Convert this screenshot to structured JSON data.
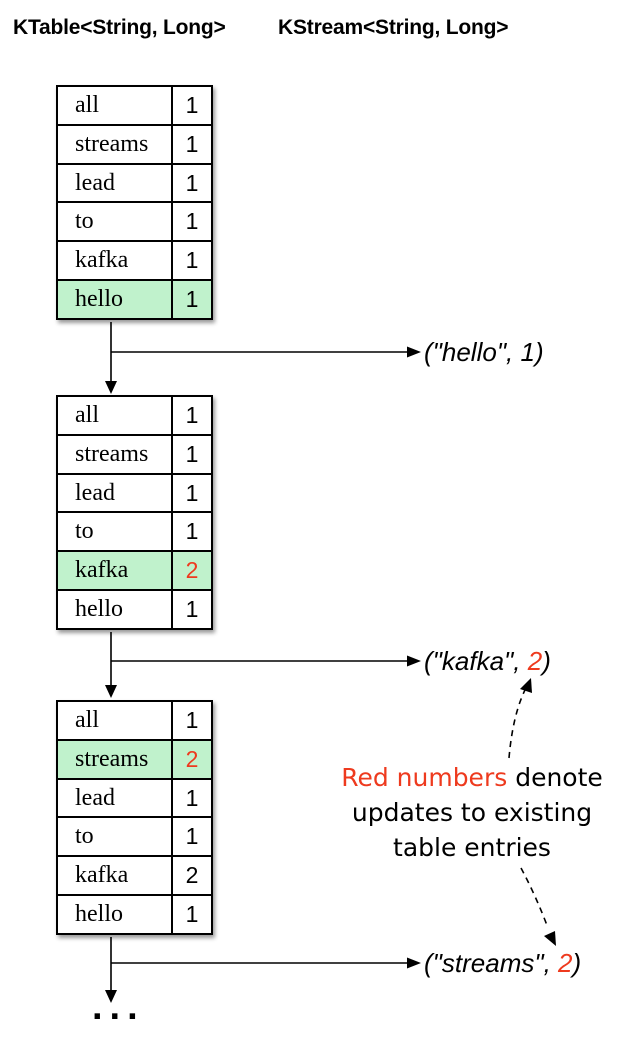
{
  "header": {
    "ktable_label": "KTable<String, Long>",
    "kstream_label": "KStream<String, Long>"
  },
  "tables": [
    {
      "rows": [
        {
          "word": "all",
          "value": "1"
        },
        {
          "word": "streams",
          "value": "1"
        },
        {
          "word": "lead",
          "value": "1"
        },
        {
          "word": "to",
          "value": "1"
        },
        {
          "word": "kafka",
          "value": "1"
        },
        {
          "word": "hello",
          "value": "1",
          "highlight": true
        }
      ]
    },
    {
      "rows": [
        {
          "word": "all",
          "value": "1"
        },
        {
          "word": "streams",
          "value": "1"
        },
        {
          "word": "lead",
          "value": "1"
        },
        {
          "word": "to",
          "value": "1"
        },
        {
          "word": "kafka",
          "value": "2",
          "highlight": true,
          "red": true
        },
        {
          "word": "hello",
          "value": "1"
        }
      ]
    },
    {
      "rows": [
        {
          "word": "all",
          "value": "1"
        },
        {
          "word": "streams",
          "value": "2",
          "highlight": true,
          "red": true
        },
        {
          "word": "lead",
          "value": "1"
        },
        {
          "word": "to",
          "value": "1"
        },
        {
          "word": "kafka",
          "value": "2"
        },
        {
          "word": "hello",
          "value": "1"
        }
      ]
    }
  ],
  "records": [
    {
      "prefix": "(\"hello\", ",
      "value": "1",
      "suffix": ")"
    },
    {
      "prefix": "(\"kafka\", ",
      "value": "2",
      "suffix": ")"
    },
    {
      "prefix": "(\"streams\", ",
      "value": "2",
      "suffix": ")"
    }
  ],
  "annotation": {
    "red_text": "Red numbers",
    "line1_rest": " denote",
    "line2": "updates to existing",
    "line3": "table entries"
  },
  "ellipsis": "...",
  "colors": {
    "highlight_green": "#c0f2cc",
    "update_red": "#ee3a1e"
  }
}
